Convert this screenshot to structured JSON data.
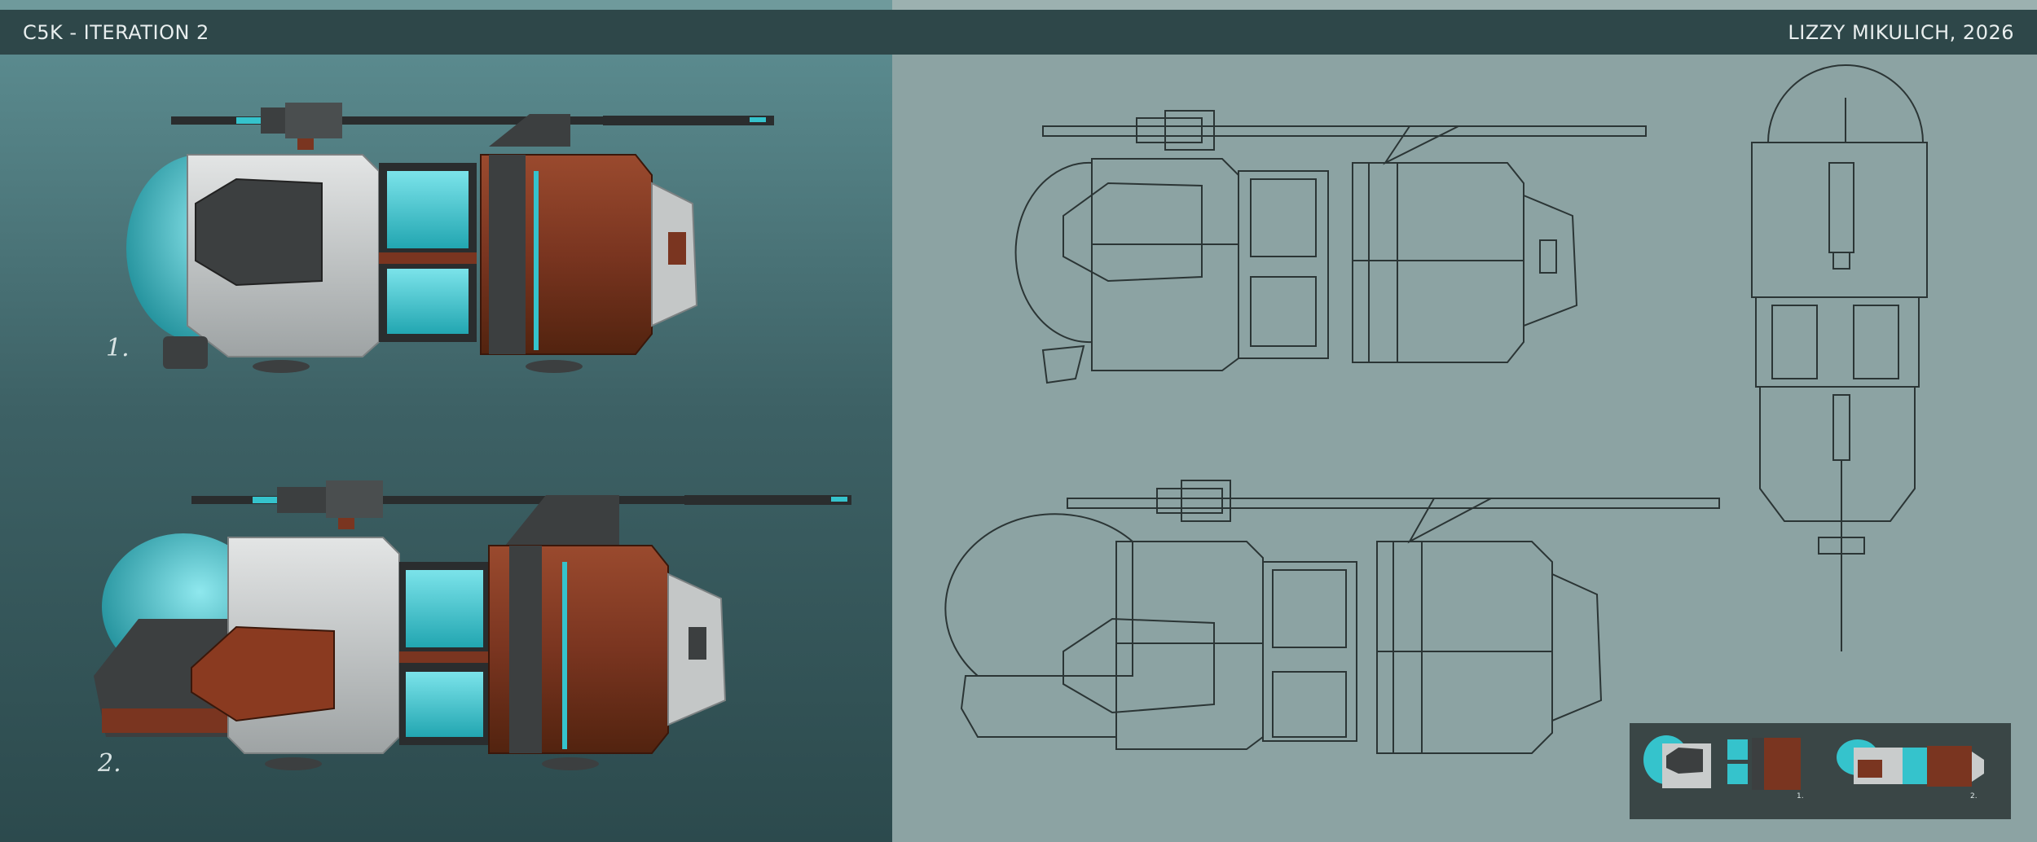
{
  "header": {
    "title": "C5K - ITERATION 2",
    "author": "LIZZY MIKULICH, 2026"
  },
  "labels": {
    "first": "1.",
    "second": "2."
  },
  "colors": {
    "header_bg": "#2e4749",
    "cyan": "#35c3cc",
    "rust": "#7a3520",
    "silver": "#c9cccc",
    "dark": "#3c3f40",
    "lineart_bg": "#8ca3a3"
  }
}
